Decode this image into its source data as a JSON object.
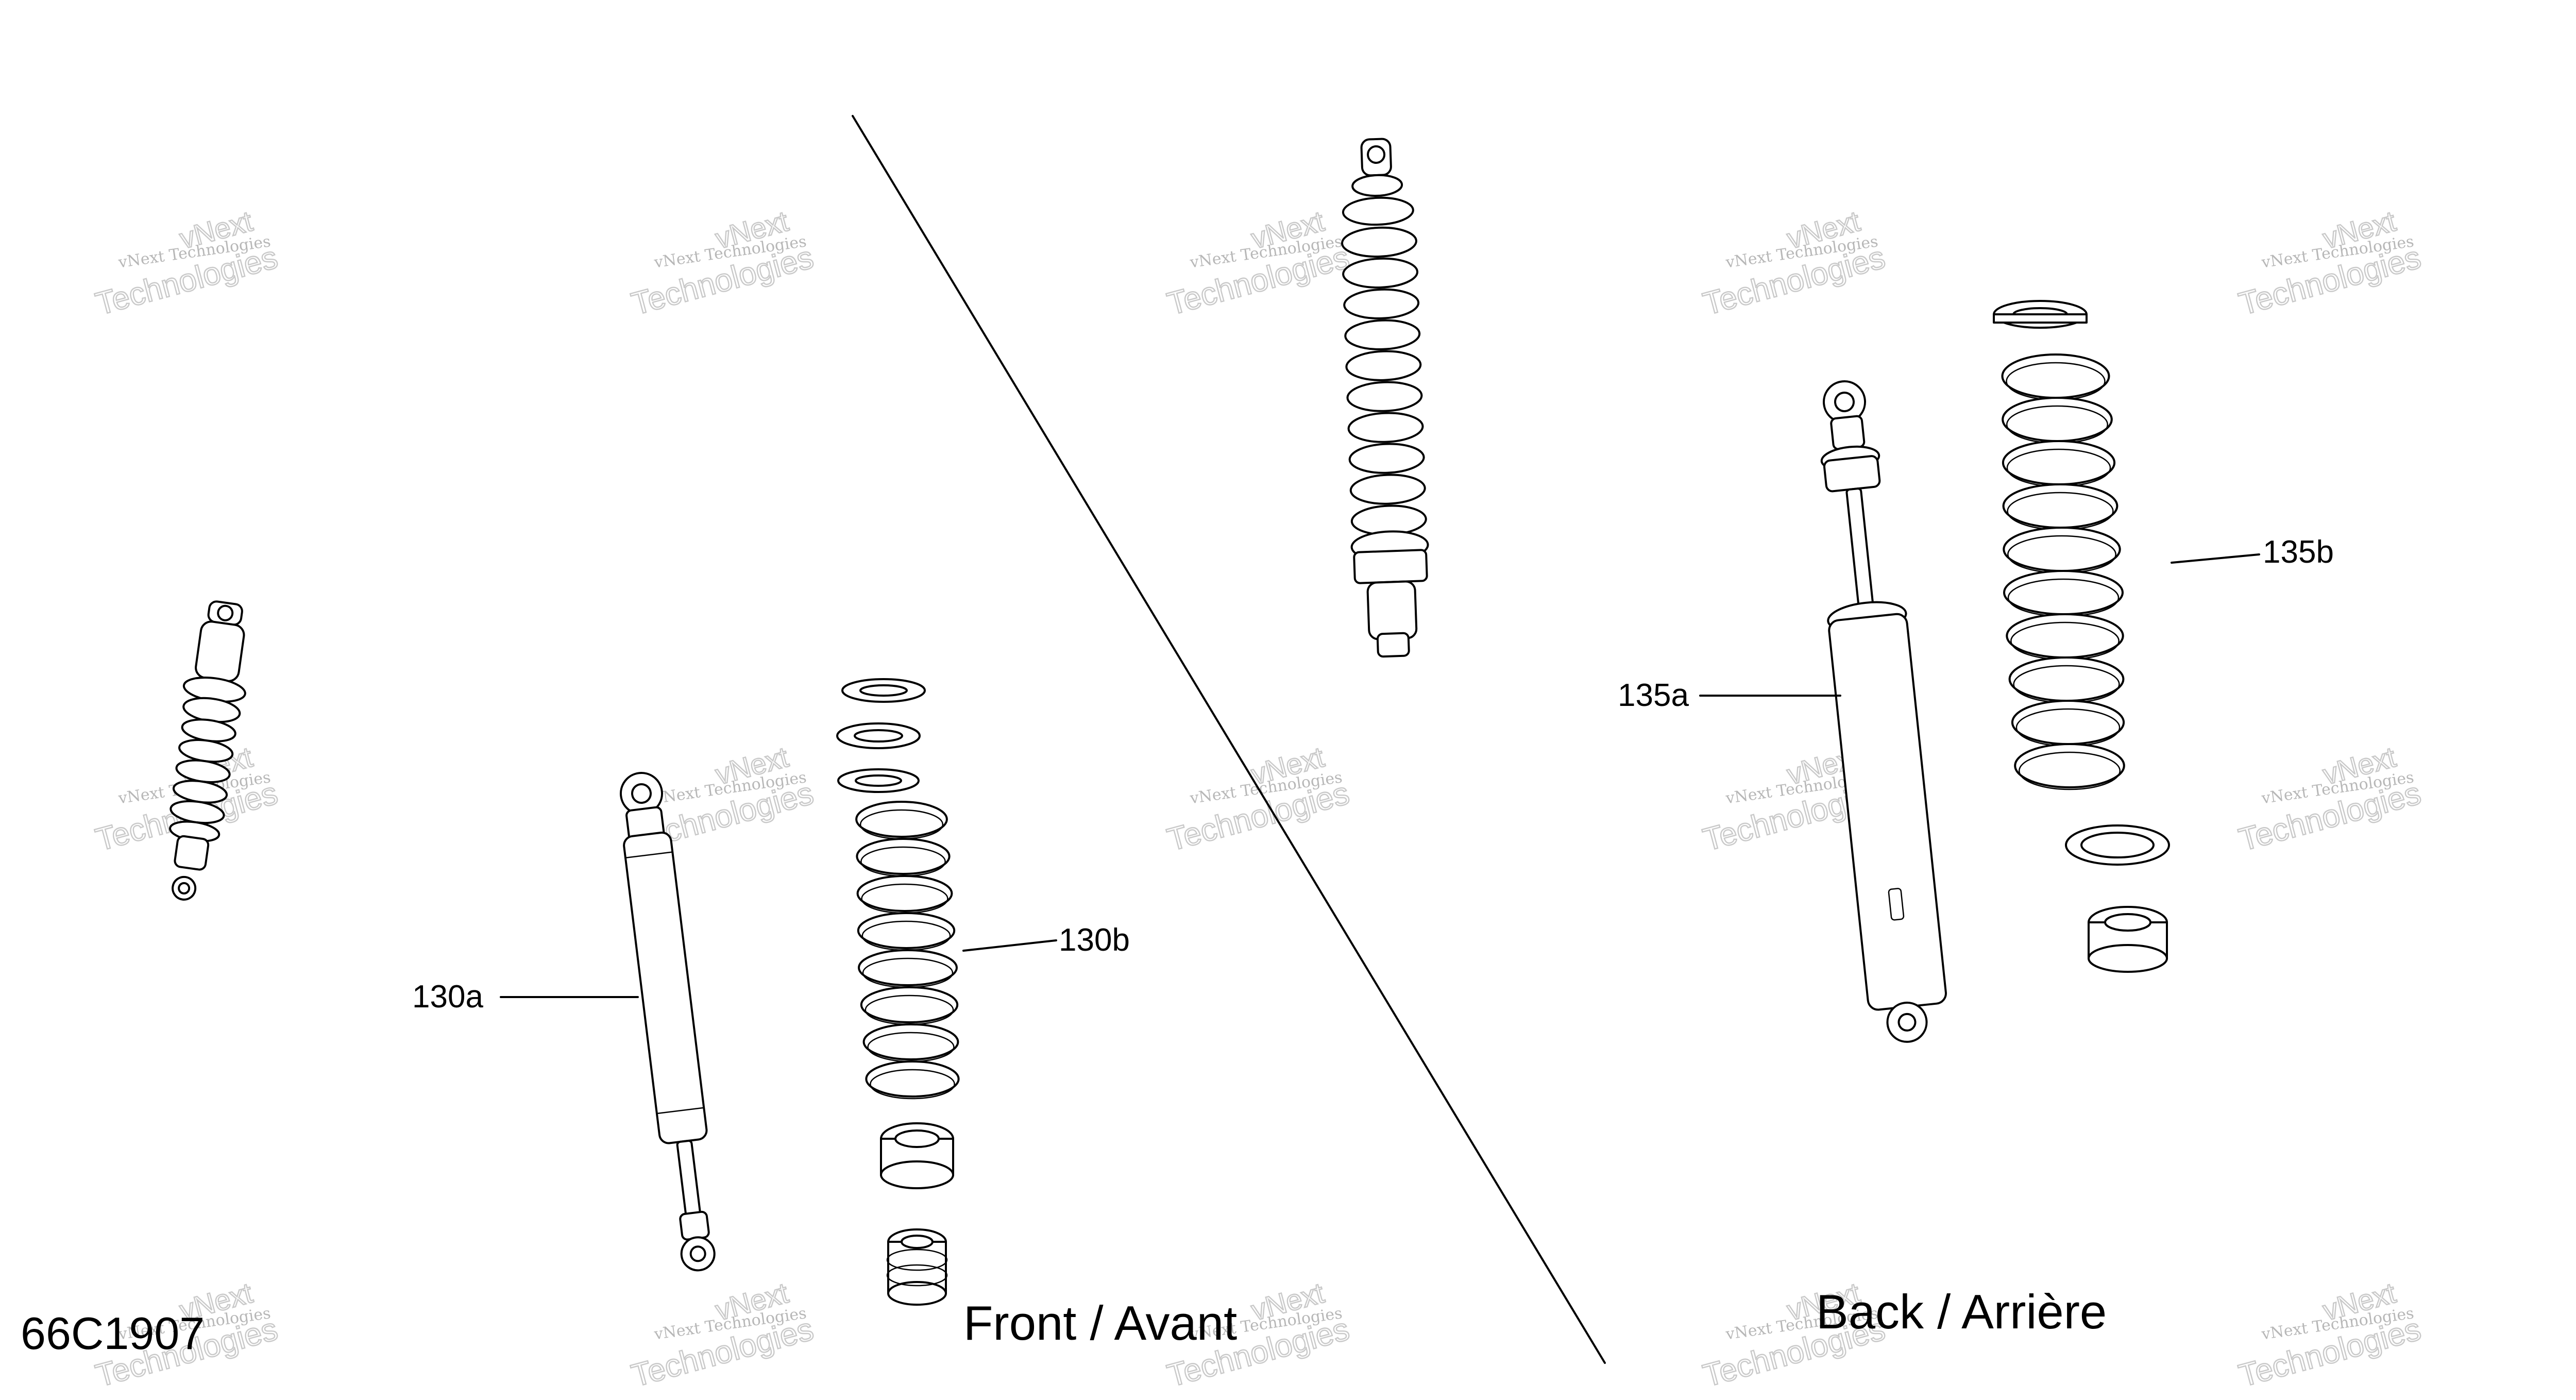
{
  "diagram": {
    "code": "66C1907",
    "sections": [
      {
        "id": "front",
        "title": "Front / Avant"
      },
      {
        "id": "back",
        "title": "Back / Arrière"
      }
    ],
    "callouts": [
      {
        "id": "130a",
        "label": "130a"
      },
      {
        "id": "130b",
        "label": "130b"
      },
      {
        "id": "135a",
        "label": "135a"
      },
      {
        "id": "135b",
        "label": "135b"
      }
    ],
    "watermark": {
      "line1": "vNext Technologies",
      "line2": "vNext",
      "line3": "Technologies"
    }
  }
}
